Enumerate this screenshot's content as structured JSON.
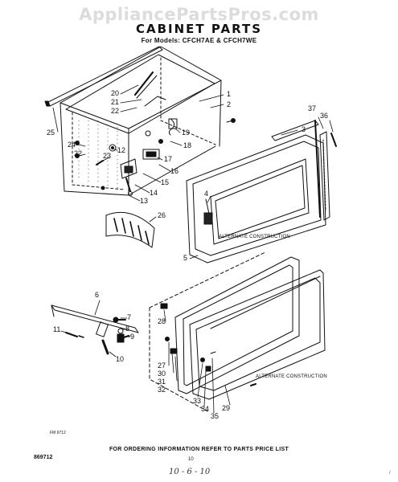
{
  "header": {
    "watermark": "AppliancePartsPros.com",
    "title": "CABINET PARTS",
    "subtitle": "For Models: CFCH7AE & CFCH7WE"
  },
  "notes": {
    "alt_construction_upper": "ALTERNATE CONSTRUCTION",
    "alt_construction_lower": "ALTERNATE CONSTRUCTION",
    "small_tag": "FM 9712"
  },
  "footer": {
    "ordering_info": "FOR ORDERING INFORMATION REFER TO PARTS PRICE LIST",
    "code": "869712",
    "page_number": "10",
    "handwritten_date": "10 - 6 - 10",
    "corner_mark": "/"
  },
  "callouts": {
    "c1": "1",
    "c2": "2",
    "c3": "3",
    "c4": "4",
    "c5": "5",
    "c6": "6",
    "c7": "7",
    "c8": "8",
    "c9": "9",
    "c10": "10",
    "c11": "11",
    "c12": "12",
    "c13": "13",
    "c14": "14",
    "c15": "15",
    "c16": "16",
    "c17": "17",
    "c18": "18",
    "c19": "19",
    "c20": "20",
    "c21": "21",
    "c22a": "22",
    "c22b": "22",
    "c23": "23",
    "c24": "24",
    "c25": "25",
    "c26": "26",
    "c27": "27",
    "c28": "28",
    "c29": "29",
    "c30": "30",
    "c31": "31",
    "c32": "32",
    "c33": "33",
    "c34": "34",
    "c35": "35",
    "c36": "36",
    "c37": "37"
  }
}
